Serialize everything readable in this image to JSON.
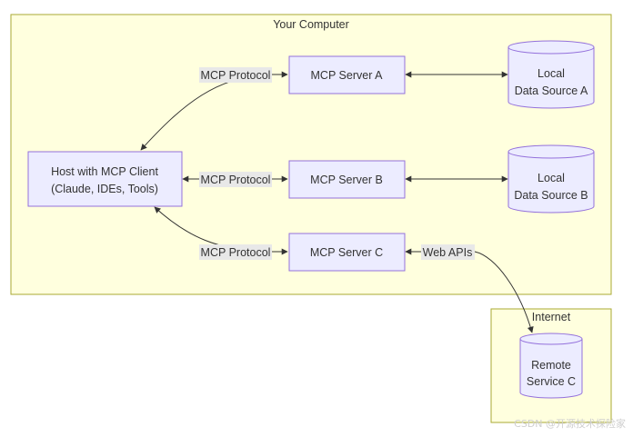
{
  "colors": {
    "cluster_fill": "#ffffde",
    "cluster_stroke": "#aaaa33",
    "node_fill": "#ececff",
    "node_stroke": "#9370db",
    "edge": "#333333",
    "edge_label_bg": "#e8e8e8",
    "text": "#333333"
  },
  "clusters": {
    "your_computer": {
      "title": "Your Computer"
    },
    "internet": {
      "title": "Internet"
    }
  },
  "nodes": {
    "host": {
      "line1": "Host with MCP Client",
      "line2": "(Claude, IDEs, Tools)"
    },
    "server_a": {
      "label": "MCP Server A"
    },
    "server_b": {
      "label": "MCP Server B"
    },
    "server_c": {
      "label": "MCP Server C"
    },
    "data_a": {
      "line1": "Local",
      "line2": "Data Source A"
    },
    "data_b": {
      "line1": "Local",
      "line2": "Data Source B"
    },
    "remote_c": {
      "line1": "Remote",
      "line2": "Service C"
    }
  },
  "edge_labels": {
    "host_a": "MCP Protocol",
    "host_b": "MCP Protocol",
    "host_c": "MCP Protocol",
    "c_remote": "Web APIs"
  },
  "watermark": "CSDN @开源技术探险家"
}
